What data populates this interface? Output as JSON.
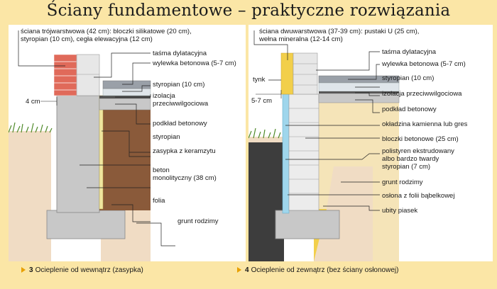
{
  "title": "Ściany fundamentowe – praktyczne rozwiązania",
  "left": {
    "caption_number": "3",
    "caption": "Ocieplenie od wewnątrz (zasypka)",
    "labels": {
      "wall": "ściana trójwarstwowa (42 cm): bloczki silikatowe (20 cm),\nstyropian (10 cm), cegła elewacyjna (12 cm)",
      "tape": "taśma dylatacyjna",
      "screed": "wylewka betonowa (5-7 cm)",
      "styro_top": "styropian (10 cm)",
      "insulation": "izolacja\nprzeciwwilgociowa",
      "dim": "4 cm",
      "base": "podkład betonowy",
      "styro": "styropian",
      "fill": "zasypka z keramzytu",
      "concrete": "beton\nmonolityczny (38 cm)",
      "foil": "folia",
      "soil": "grunt rodzimy"
    }
  },
  "right": {
    "caption_number": "4",
    "caption": "Ocieplenie od zewnątrz (bez ściany osłonowej)",
    "labels": {
      "wall": "ściana dwuwarstwowa (37-39 cm): pustaki U (25 cm),\nwełna mineralna (12-14 cm)",
      "tape": "taśma dylatacyjna",
      "screed": "wylewka betonowa (5-7 cm)",
      "plaster": "tynk",
      "dim": "5-7 cm",
      "styro_top": "styropian (10 cm)",
      "insulation": "izolacja przeciwwilgociowa",
      "base": "podkład betonowy",
      "cladding": "okładzina kamienna lub gres",
      "blocks": "bloczki betonowe (25 cm)",
      "xps": "polistyren ekstrudowany\nalbo bardzo twardy\nstyropian (7 cm)",
      "soil": "grunt rodzimy",
      "foil": "osłona z folii bąbelkowej",
      "sand": "ubity piasek"
    }
  },
  "colors": {
    "background": "#fbe6a6",
    "panel": "#ffffff",
    "brick": "#e06a5a",
    "concrete": "#c8c8c8",
    "keramzyt": "#8a5a3a",
    "soil": "#f0dcc4",
    "insulation_blue": "#9fd6ec",
    "mineral_wool": "#f2cf4a",
    "screed": "#9aa0a8",
    "styrofoam": "#dfe5ea",
    "accent": "#e8a000"
  }
}
